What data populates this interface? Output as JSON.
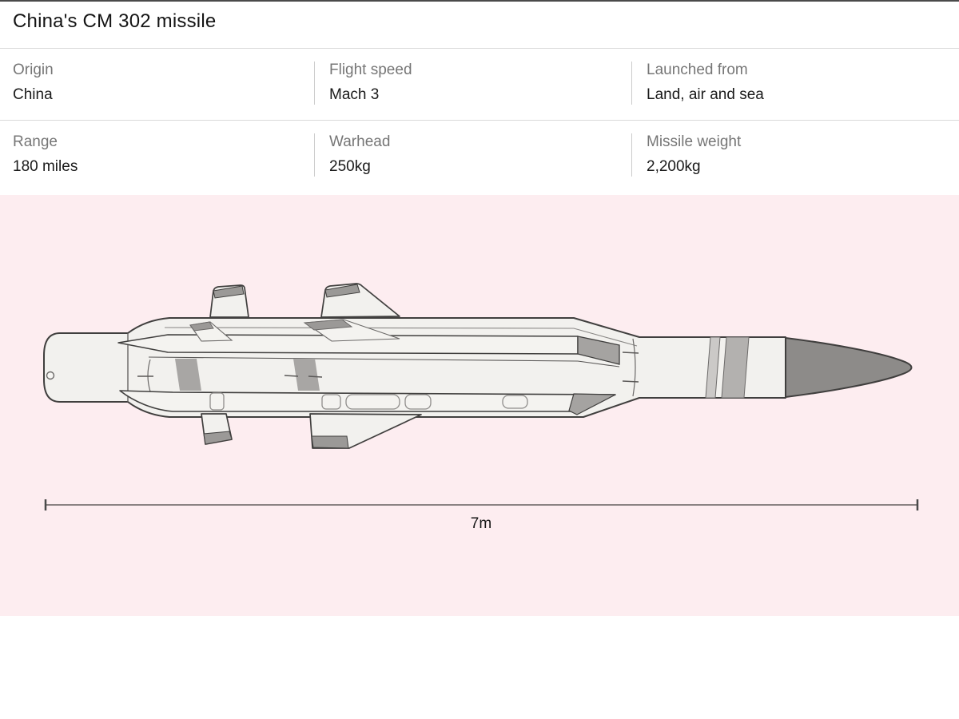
{
  "header": {
    "title": "China's CM 302 missile"
  },
  "specs": {
    "items": [
      {
        "label": "Origin",
        "value": "China"
      },
      {
        "label": "Flight speed",
        "value": "Mach 3"
      },
      {
        "label": "Launched from",
        "value": "Land, air and sea"
      },
      {
        "label": "Range",
        "value": "180 miles"
      },
      {
        "label": "Warhead",
        "value": "250kg"
      },
      {
        "label": "Missile weight",
        "value": "2,200kg"
      }
    ]
  },
  "illustration": {
    "subject": "Side-view technical drawing of the CM-302 anti-ship missile",
    "scale_label": "7m",
    "colors": {
      "panel_pink": "#fdedf0",
      "body_fill": "#f2f1ee",
      "outline": "#403f3e",
      "accent_gray": "#a8a6a4",
      "nose_gray": "#8d8b89"
    }
  }
}
